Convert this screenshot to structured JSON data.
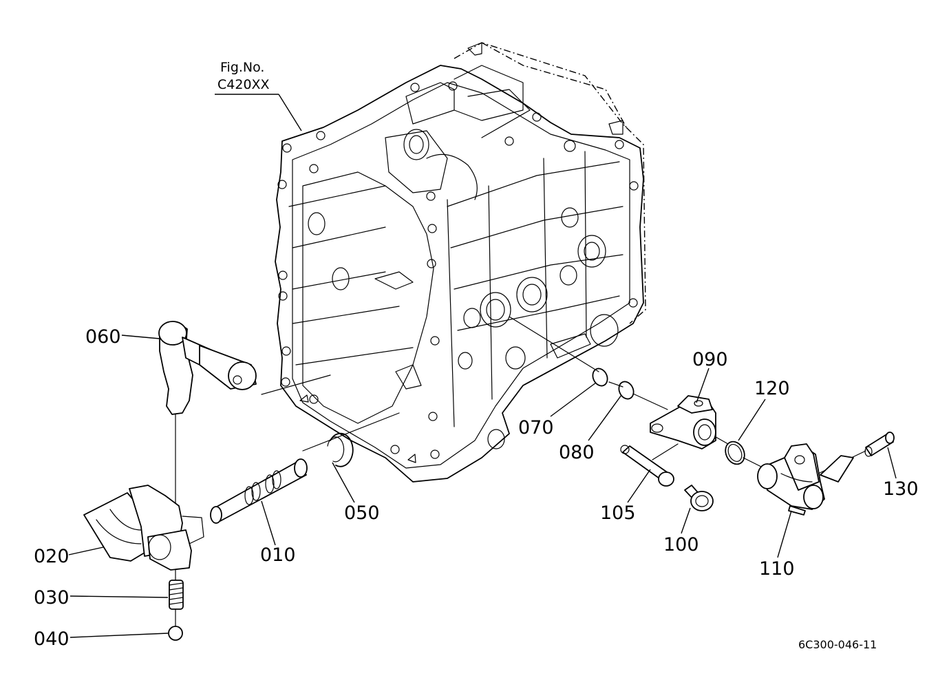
{
  "figure": {
    "ref_line1": "Fig.No.",
    "ref_line2": "C420XX",
    "drawing_code": "6C300-046-11"
  },
  "parts": [
    {
      "id": "010",
      "label": "010"
    },
    {
      "id": "020",
      "label": "020"
    },
    {
      "id": "030",
      "label": "030"
    },
    {
      "id": "040",
      "label": "040"
    },
    {
      "id": "050",
      "label": "050"
    },
    {
      "id": "060",
      "label": "060"
    },
    {
      "id": "070",
      "label": "070"
    },
    {
      "id": "080",
      "label": "080"
    },
    {
      "id": "090",
      "label": "090"
    },
    {
      "id": "100",
      "label": "100"
    },
    {
      "id": "105",
      "label": "105"
    },
    {
      "id": "110",
      "label": "110"
    },
    {
      "id": "120",
      "label": "120"
    },
    {
      "id": "130",
      "label": "130"
    }
  ]
}
